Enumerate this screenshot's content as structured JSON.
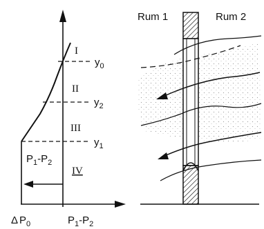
{
  "left_graph": {
    "zones": [
      "I",
      "II",
      "III",
      "IV"
    ],
    "levels": [
      {
        "name": "y",
        "sub": "0"
      },
      {
        "name": "y",
        "sub": "2"
      },
      {
        "name": "y",
        "sub": "1"
      }
    ],
    "arrow_label": {
      "a": "P",
      "a_sub": "1",
      "mid": "-P",
      "b_sub": "2"
    },
    "x_axis_left": {
      "delta": "Δ",
      "p": "P",
      "sub": "0"
    },
    "x_axis_right": {
      "a": "P",
      "a_sub": "1",
      "mid": "-P",
      "b_sub": "2"
    }
  },
  "right_scene": {
    "room_left": "Rum 1",
    "room_right": "Rum 2"
  }
}
